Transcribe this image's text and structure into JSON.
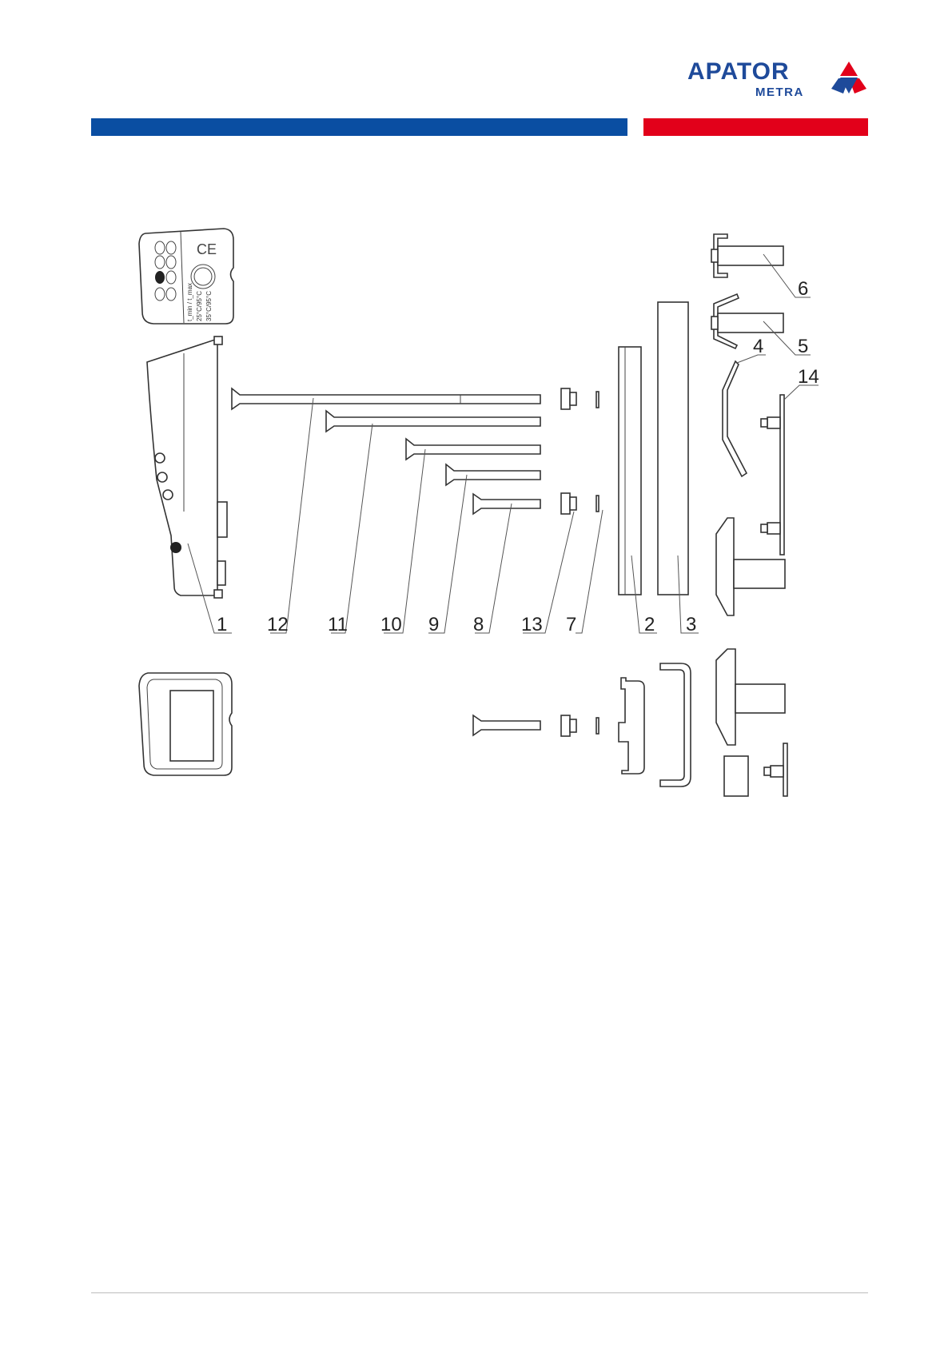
{
  "logo": {
    "main": "APATOR",
    "sub": "METRA",
    "colors": {
      "blue": "#1e4a9a",
      "red": "#e2001a"
    }
  },
  "header_bar": {
    "left_color": "#0a4ea2",
    "right_color": "#e2001a"
  },
  "device_face": {
    "label_lines": [
      "t_min / t_max",
      "25°C/95°C",
      "35°C/95°C"
    ],
    "ce_mark": "CE"
  },
  "parts": {
    "labels": [
      "1",
      "12",
      "11",
      "10",
      "9",
      "8",
      "13",
      "7",
      "2",
      "3",
      "6",
      "5",
      "4",
      "14"
    ]
  }
}
